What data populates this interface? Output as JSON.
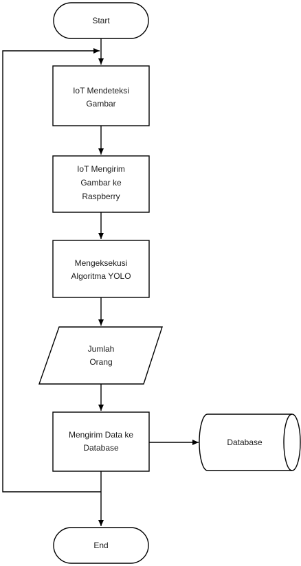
{
  "nodes": {
    "start": {
      "label": "Start"
    },
    "detect": {
      "line1": "IoT Mendeteksi",
      "line2": "Gambar"
    },
    "send_image": {
      "line1": "IoT Mengirim",
      "line2": "Gambar ke",
      "line3": "Raspberry"
    },
    "yolo": {
      "line1": "Mengeksekusi",
      "line2": "Algoritma YOLO"
    },
    "count": {
      "line1": "Jumlah",
      "line2": "Orang"
    },
    "send_data": {
      "line1": "Mengirim Data ke",
      "line2": "Database"
    },
    "database": {
      "label": "Database"
    },
    "end": {
      "label": "End"
    }
  }
}
